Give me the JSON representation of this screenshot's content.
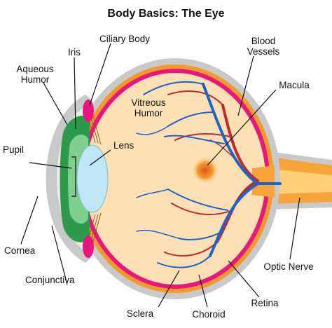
{
  "title": "Body Basics: The Eye",
  "labels": {
    "aqueous_line1": "Aqueous",
    "aqueous_line2": "Humor",
    "iris": "Iris",
    "ciliary_body": "Ciliary Body",
    "blood_line1": "Blood",
    "blood_line2": "Vessels",
    "macula": "Macula",
    "vitreous_line1": "Vitreous",
    "vitreous_line2": "Humor",
    "lens": "Lens",
    "pupil": "Pupil",
    "cornea": "Cornea",
    "conjunctiva": "Conjunctiva",
    "sclera": "Sclera",
    "choroid": "Choroid",
    "retina": "Retina",
    "optic_nerve": "Optic Nerve"
  },
  "colors": {
    "sclera": "#c9c9c9",
    "choroid": "#f39a2d",
    "retina": "#e8177e",
    "vitreous": "#fde1b5",
    "iris": "#2e9a4b",
    "iris_light": "#7fd08e",
    "lens": "#bfe6f4",
    "cornea": "#e9e9e9",
    "vein": "#1f63c6",
    "artery": "#c2262e",
    "macula": "#f29a2e",
    "optic_nerve": "#f7a53a"
  }
}
